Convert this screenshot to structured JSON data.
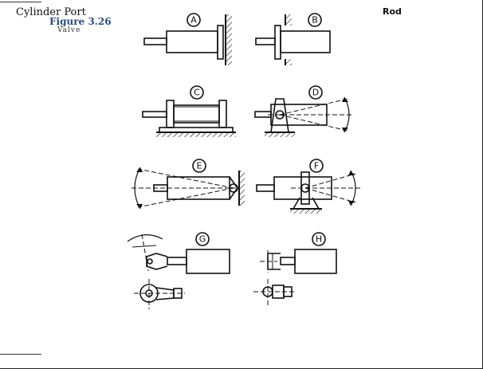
{
  "header": {
    "line1": "Cylinder Port",
    "line2": "Figure 3.26",
    "line3": "Valve",
    "right_label": "Rod"
  },
  "figure": {
    "labels": [
      "A",
      "B",
      "C",
      "D",
      "E",
      "F",
      "G",
      "H"
    ]
  },
  "colors": {
    "ink": "#111111",
    "title_blue": "#2c4a7a"
  }
}
